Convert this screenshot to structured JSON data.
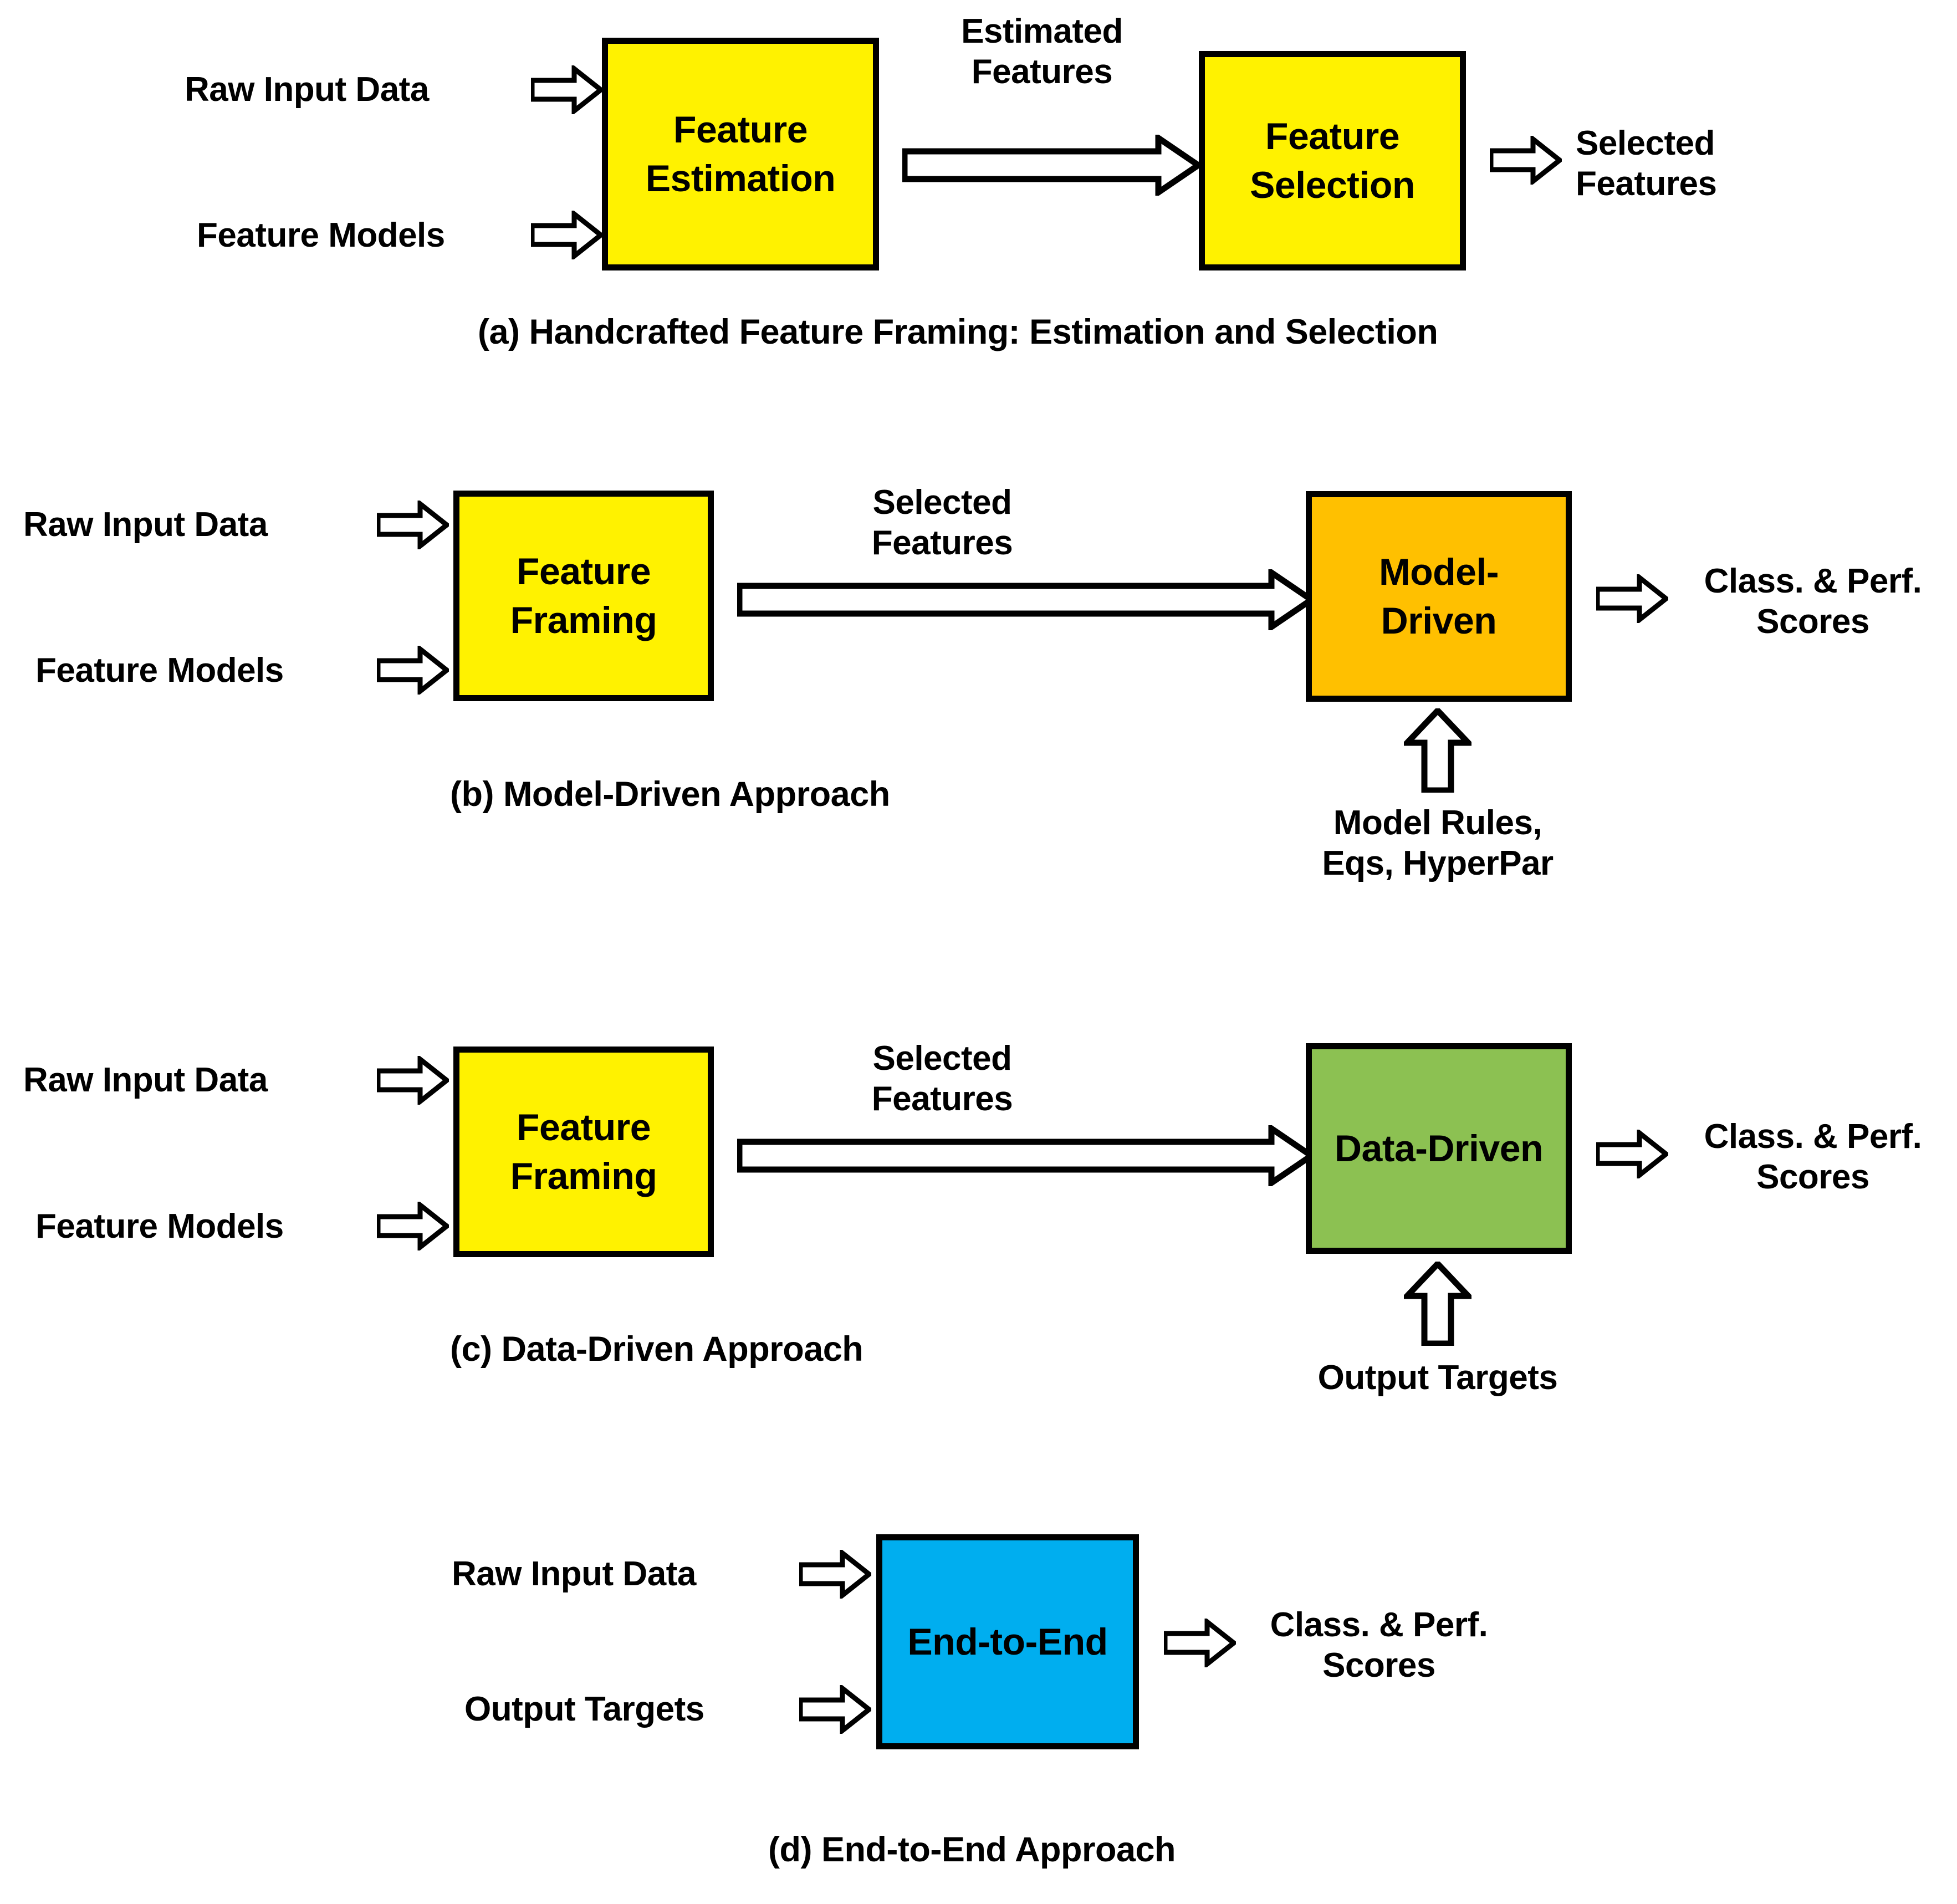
{
  "figure": {
    "title": "Feature framing and modeling approaches",
    "colors": {
      "yellow": "#FFF200",
      "orange": "#FFC000",
      "green": "#8CC152",
      "blue": "#00AEEF",
      "outline": "#000000",
      "text": "#000000",
      "background": "#FFFFFF"
    }
  },
  "panel_a": {
    "caption": "(a) Handcrafted Feature Framing: Estimation and Selection",
    "input_1": "Raw Input Data",
    "input_2": "Feature Models",
    "box_1": "Feature\nEstimation",
    "link_label": "Estimated\nFeatures",
    "box_2": "Feature\nSelection",
    "output": "Selected\nFeatures"
  },
  "panel_b": {
    "caption": "(b) Model-Driven Approach",
    "input_1": "Raw Input Data",
    "input_2": "Feature Models",
    "box_1": "Feature\nFraming",
    "link_label": "Selected\nFeatures",
    "box_2": "Model-\nDriven",
    "side_input": "Model Rules,\nEqs, HyperPar",
    "output": "Class. & Perf.\nScores"
  },
  "panel_c": {
    "caption": "(c) Data-Driven Approach",
    "input_1": "Raw Input Data",
    "input_2": "Feature Models",
    "box_1": "Feature\nFraming",
    "link_label": "Selected\nFeatures",
    "box_2": "Data-Driven",
    "side_input": "Output Targets",
    "output": "Class. & Perf.\nScores"
  },
  "panel_d": {
    "caption": "(d) End-to-End Approach",
    "input_1": "Raw Input Data",
    "input_2": "Output Targets",
    "box_1": "End-to-End",
    "output": "Class. & Perf.\nScores"
  }
}
